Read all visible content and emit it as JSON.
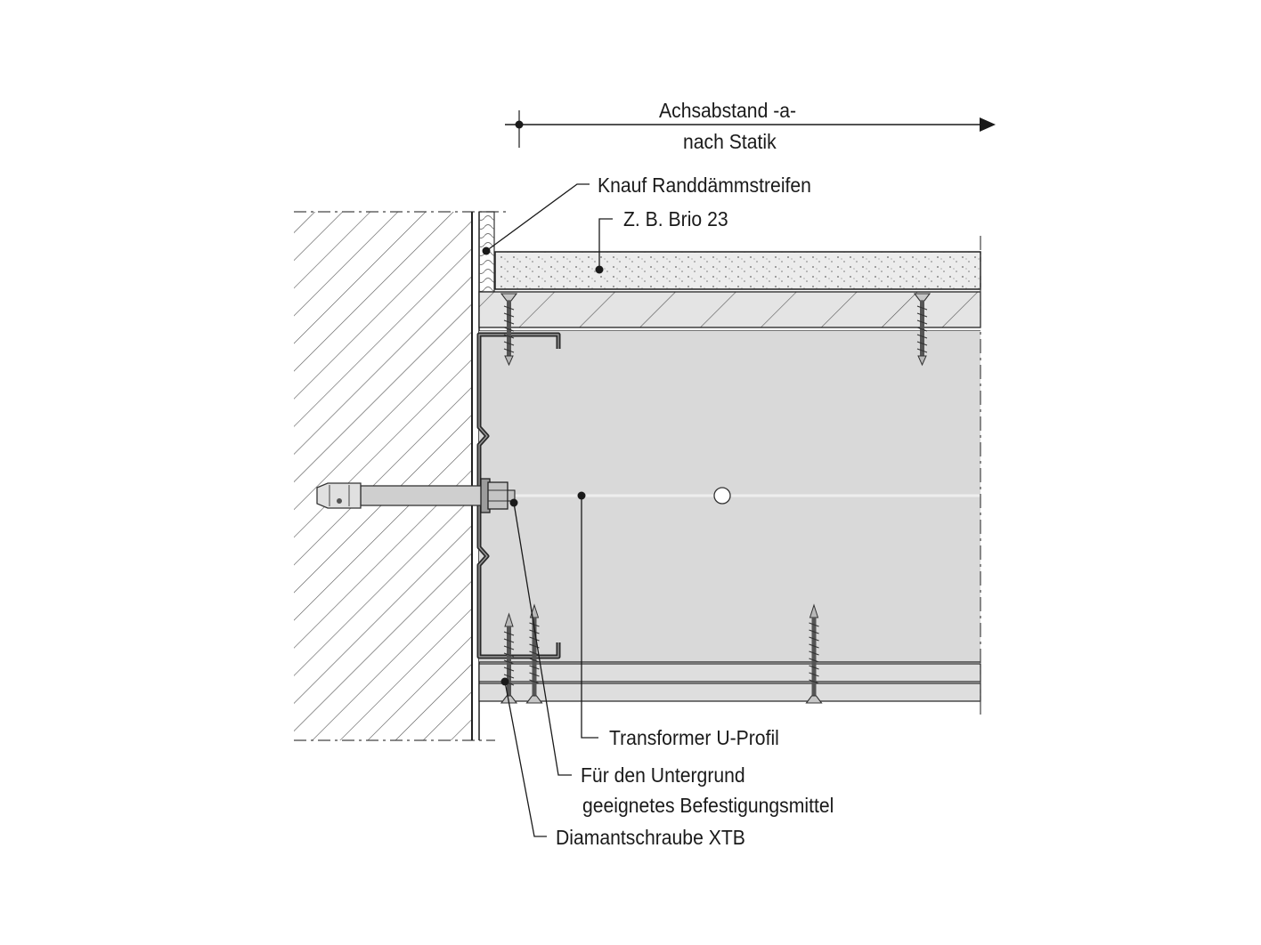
{
  "labels": {
    "dimension_line1": "Achsabstand -a-",
    "dimension_line2": "nach Statik",
    "edge_strip": "Knauf Randdämmstreifen",
    "screed": "Z. B. Brio 23",
    "u_profile": "Transformer U-Profil",
    "fastener_line1": "Für den Untergrund",
    "fastener_line2": "geeignetes Befestigungsmittel",
    "screw": "Diamantschraube XTB"
  },
  "colors": {
    "line": "#1a1a1a",
    "board_fill": "#d9d9d9",
    "screed_fill": "#ececec",
    "profile": "#2a2a2a"
  }
}
